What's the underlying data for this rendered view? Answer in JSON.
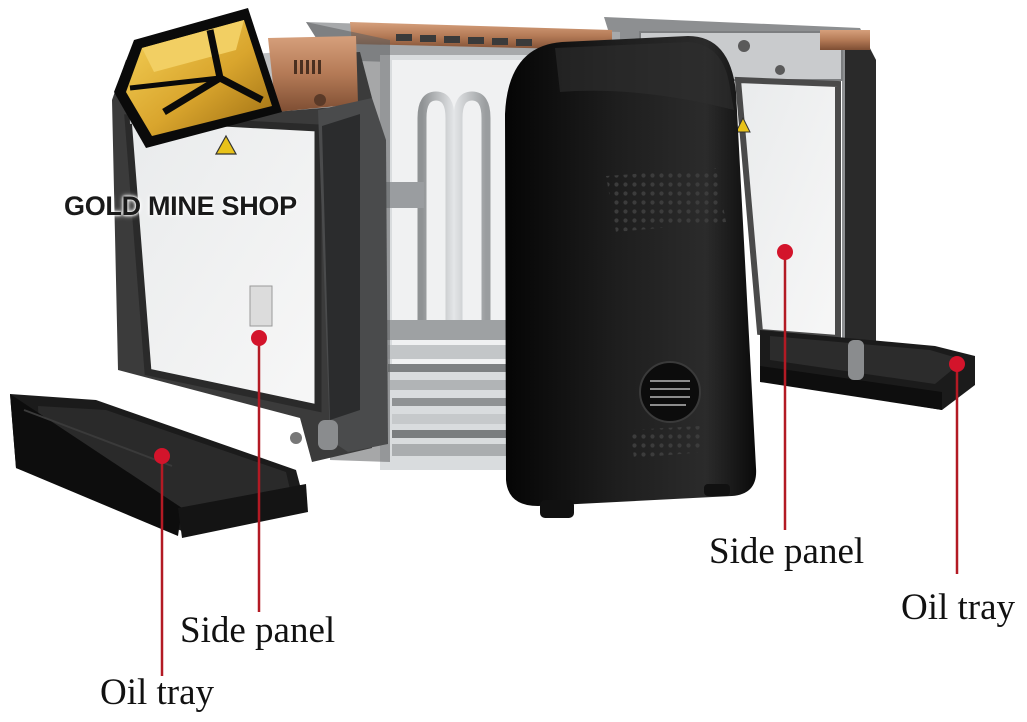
{
  "image": {
    "subject": "Disassembled two-slice toaster with copper top trim",
    "background": "#ffffff"
  },
  "watermark": {
    "text": "GOLD MINE SHOP",
    "logo_icon": "gold-ingot-logo-icon"
  },
  "callouts": [
    {
      "id": "side-panel-left",
      "label": "Side panel"
    },
    {
      "id": "oil-tray-left",
      "label": "Oil tray"
    },
    {
      "id": "side-panel-right",
      "label": "Side panel"
    },
    {
      "id": "oil-tray-right",
      "label": "Oil tray"
    }
  ],
  "colors": {
    "marker": "#d3142b",
    "copper": "#b47a56",
    "body_black": "#141414",
    "tray_black": "#1e1e1e",
    "steel": "#b9bcbf",
    "gold": "#d9a52d"
  }
}
